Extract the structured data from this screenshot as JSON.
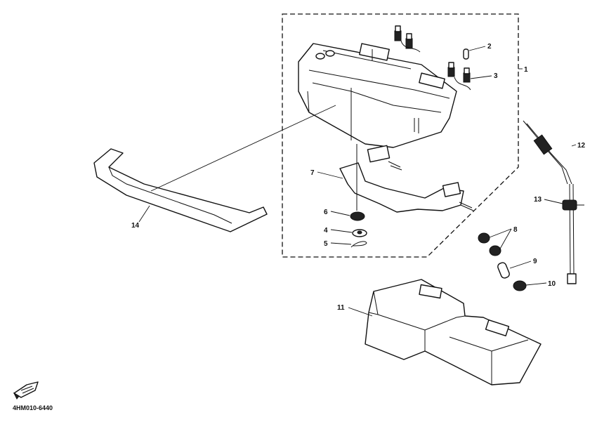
{
  "diagram": {
    "callouts": [
      "1",
      "2",
      "3",
      "4",
      "5",
      "6",
      "7",
      "8",
      "9",
      "10",
      "11",
      "12",
      "13",
      "14"
    ],
    "drawing_code": "4HM010-6440"
  }
}
